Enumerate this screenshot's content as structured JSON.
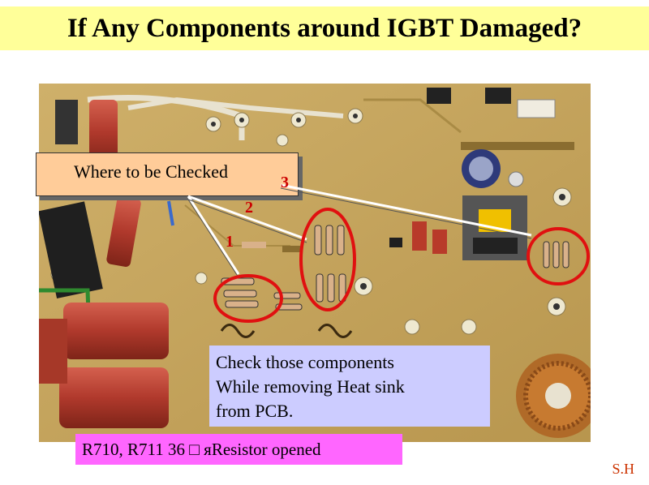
{
  "title": "If Any Components around IGBT Damaged?",
  "callout_top": "Where to be Checked",
  "markers": [
    "1",
    "2",
    "3"
  ],
  "note_lines": [
    "Check those components",
    "While removing Heat sink",
    "from PCB."
  ],
  "bottom_label": "R710, R711 36 □ яResistor opened",
  "signature": "S.H",
  "colors": {
    "title_bg": "#ffff99",
    "callout_bg": "#ffcc99",
    "note_bg": "#ccccff",
    "label_bg": "#ff66ff",
    "marker": "#cc0000",
    "signature": "#cc3300"
  }
}
